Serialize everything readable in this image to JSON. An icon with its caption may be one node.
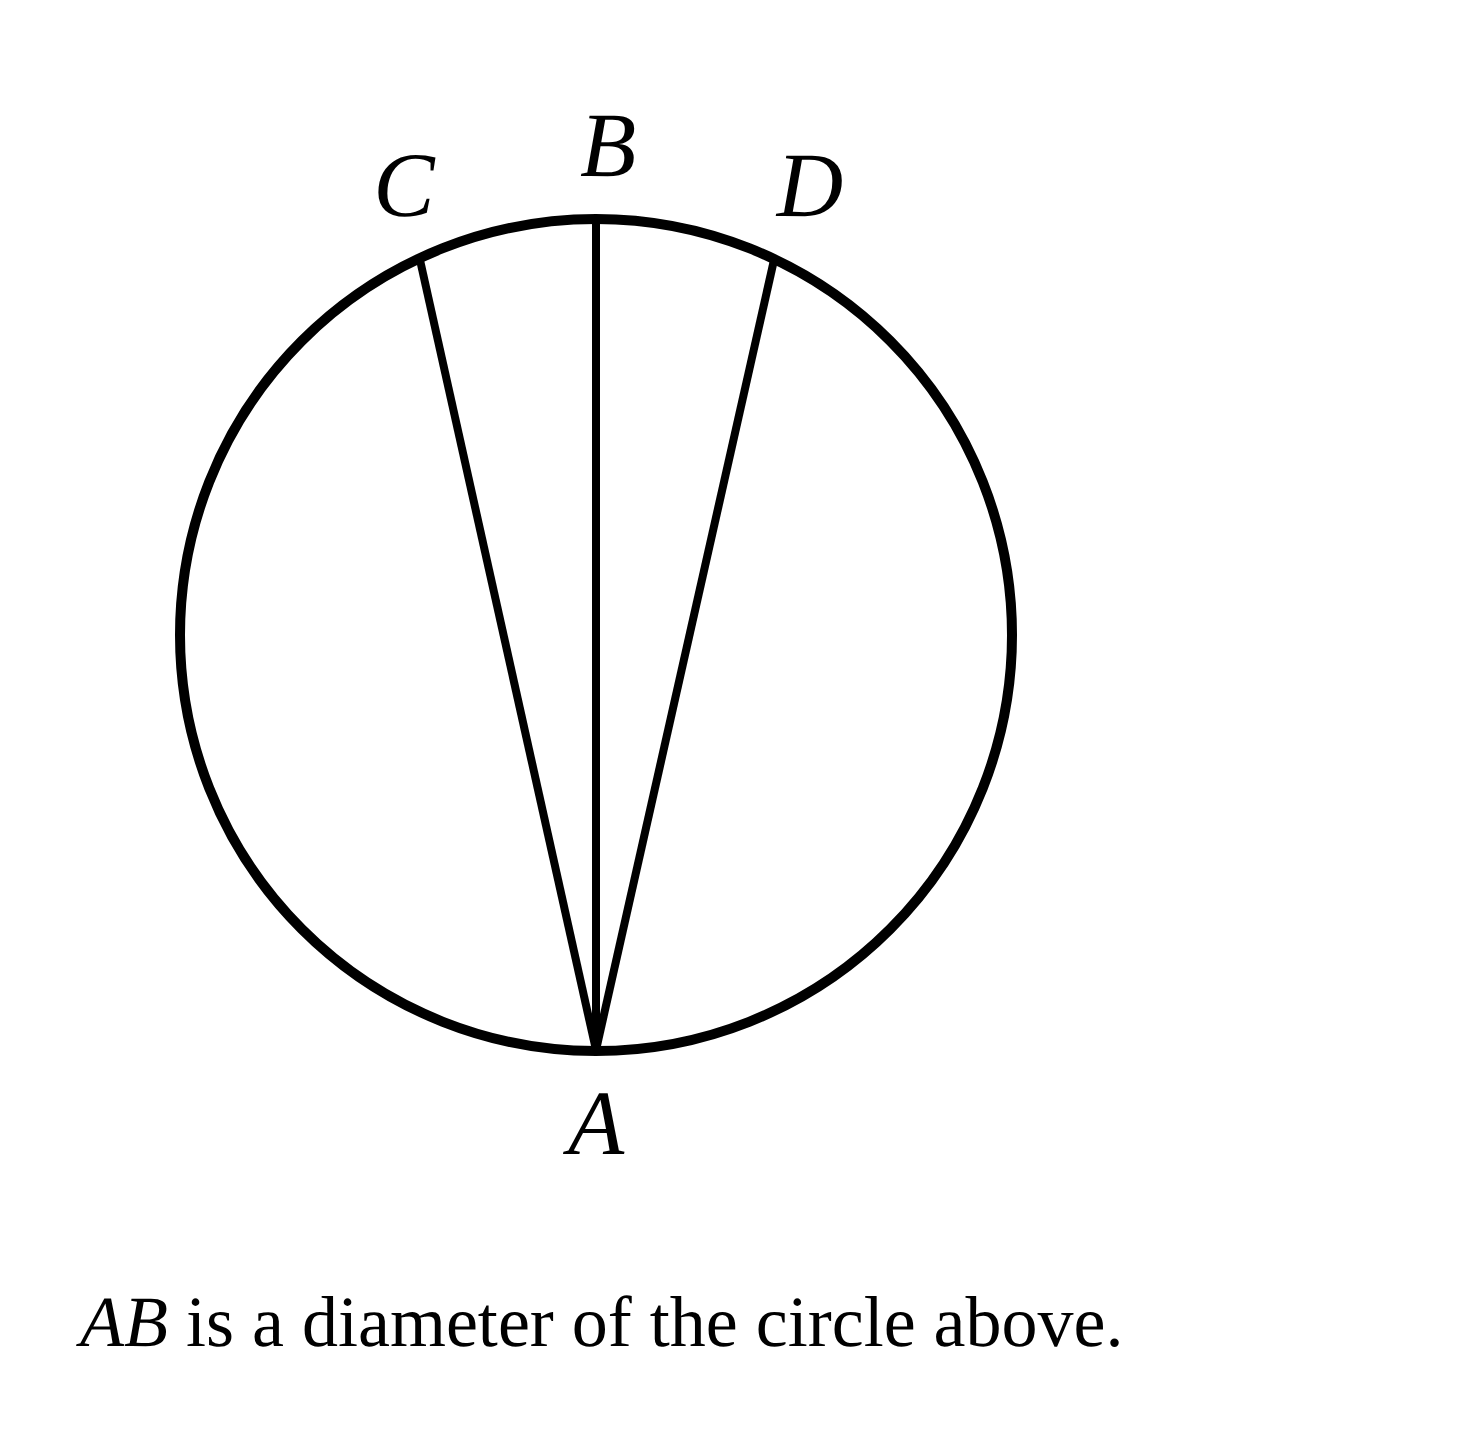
{
  "diagram": {
    "caption": "*AB* is a diameter of the circle above.",
    "nodes": [
      {
        "text": [
          "C"
        ]
      },
      {
        "text": [
          "B"
        ]
      },
      {
        "text": [
          "D"
        ]
      },
      {
        "text": [
          "A"
        ]
      }
    ],
    "edges": [
      {
        "from": 3,
        "to": 0,
        "arrow": "none"
      },
      {
        "from": 3,
        "to": 1,
        "arrow": "none"
      },
      {
        "from": 3,
        "to": 2,
        "arrow": "none"
      }
    ]
  }
}
